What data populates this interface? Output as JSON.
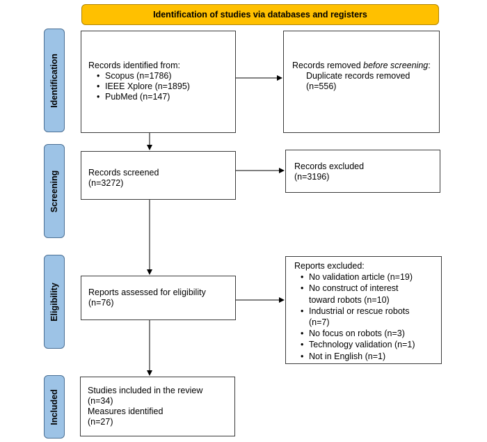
{
  "header": {
    "title": "Identification of studies via databases and registers"
  },
  "phases": {
    "identification": "Identification",
    "screening": "Screening",
    "eligibility": "Eligibility",
    "included": "Included"
  },
  "identified": {
    "title": "Records identified from:",
    "items": [
      "Scopus (n=1786)",
      "IEEE Xplore (n=1895)",
      "PubMed (n=147)"
    ]
  },
  "removed": {
    "title_pre": "Records removed ",
    "title_em": "before screening",
    "title_post": ":",
    "item": "Duplicate records removed",
    "count": "(n=556)"
  },
  "screened": {
    "title": "Records screened",
    "count": "(n=3272)"
  },
  "excluded_records": {
    "title": "Records excluded",
    "count": "(n=3196)"
  },
  "assessed": {
    "title": "Reports assessed for eligibility",
    "count": "(n=76)"
  },
  "excluded_reports": {
    "title": "Reports excluded:",
    "items": [
      "No validation article (n=19)",
      "No construct of interest toward robots (n=10)",
      "Industrial or rescue robots (n=7)",
      "No focus on robots (n=3)",
      "Technology validation (n=1)",
      "Not in English (n=1)"
    ]
  },
  "included": {
    "title": "Studies included in the review",
    "count": "(n=34)",
    "measures": "Measures identified",
    "measures_count": "(n=27)"
  }
}
